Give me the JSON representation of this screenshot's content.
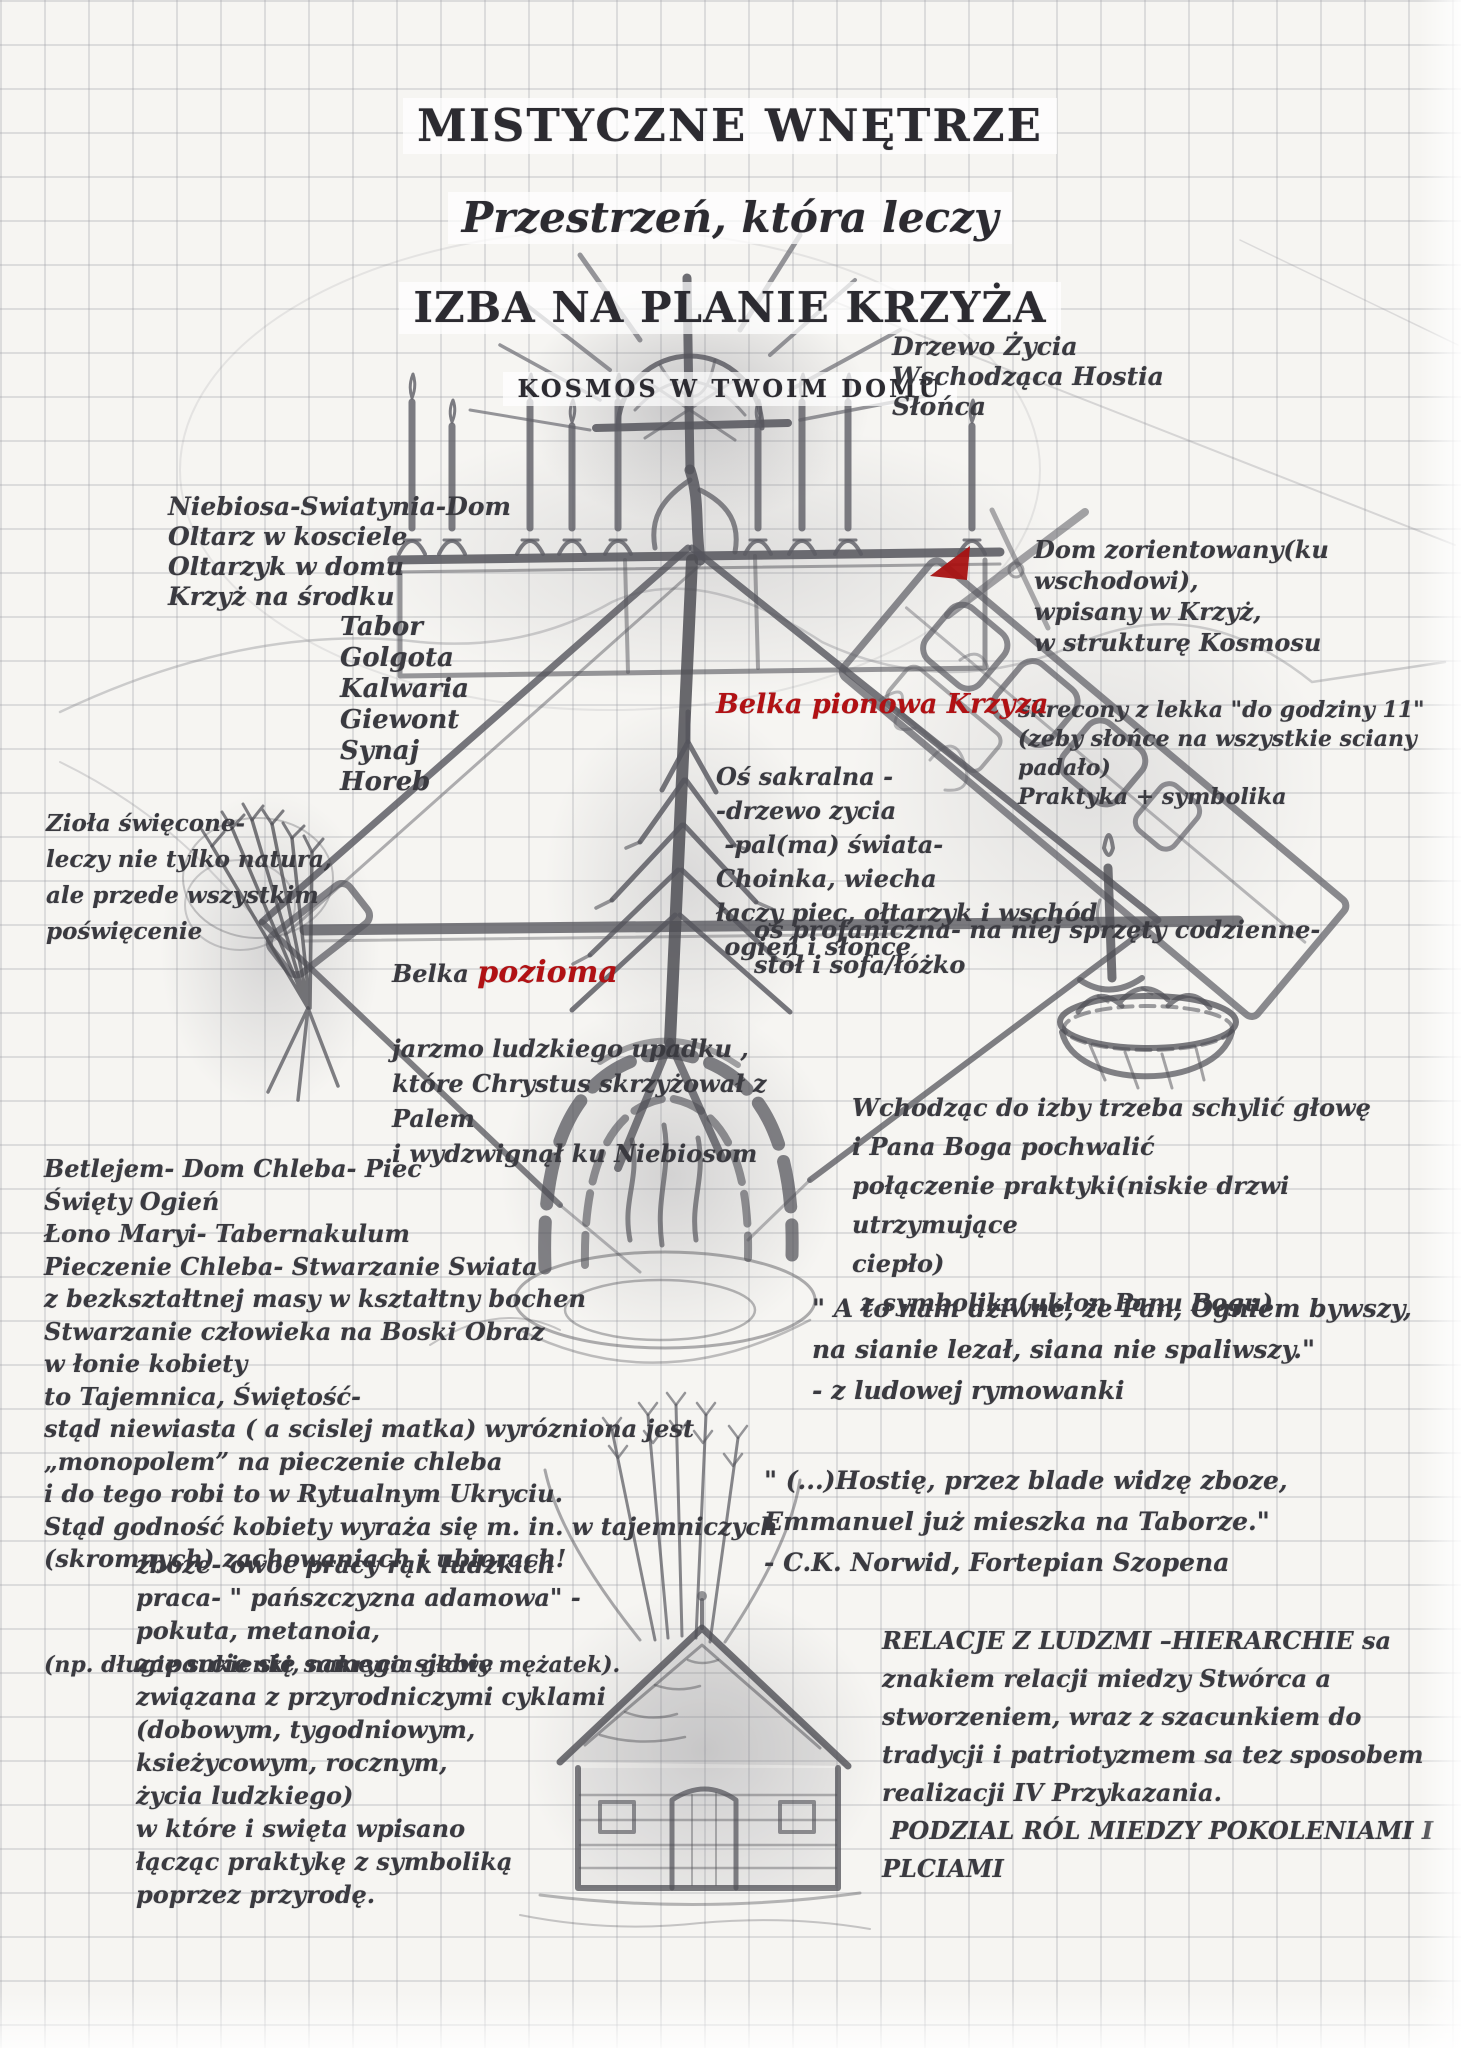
{
  "palette": {
    "paper": "#f6f5f2",
    "grid_line": "#94949e",
    "ink": "#3a3a40",
    "accent_red": "#b11114",
    "pencil": "#5b5b62"
  },
  "title": {
    "line1": "MISTYCZNE WNĘTRZE",
    "line2": "Przestrzeń, która leczy",
    "line3": "IZBA NA PLANIE KRZYŻA",
    "line4": "KOSMOS W TWOIM DOMU"
  },
  "annotations": {
    "drzewo_zycia": "Drzewo Życia\nWschodząca Hostia\nSłońca",
    "niebiosa": "Niebiosa-Swiatynia-Dom\nOltarz w kosciele\nOltarzyk w domu\nKrzyż na środku",
    "mountains": "Tabor\nGolgota\nKalwaria\nGiewont\nSynaj\nHoreb",
    "dom_zorientowany_main": "Dom zorientowany(ku wschodowi),\nwpisany w Krzyż,\nw strukturę Kosmosu",
    "dom_zorientowany_sub": "skrecony z lekka \"do godziny 11\"\n(zeby słońce na wszystkie sciany padało)\nPraktyka + symbolika",
    "belka_pionowa_heading": "Belka pionowa Krzyza",
    "belka_pionowa_body": "Oś sakralna -\n-drzewo zycia\n -pal(ma) świata-\nChoinka, wiecha\nłaczy piec, ołtarzyk i wschód\n ogień i słońce",
    "ziola": "Zioła święcone-\nleczy nie tylko natura,\nale przede wszystkim\npoświęcenie",
    "belka_pozioma_word1": "Belka ",
    "belka_pozioma_word2": "pozioma",
    "belka_pozioma_body": "jarzmo ludzkiego upadku ,\nktóre Chrystus skrzyżował z\nPalem\ni wydzwignął ku Niebiosom",
    "os_profaniczna": "oś profaniczna- na niej sprzęty codzienne-\nstół i sofa/łóżko",
    "betlejem": "Betlejem- Dom Chleba- Piec\nŚwięty Ogień\nŁono Maryi- Tabernakulum\nPieczenie Chleba- Stwarzanie Swiata\nz bezkształtnej masy w kształtny bochen\nStwarzanie człowieka na Boski Obraz\nw łonie kobiety\nto Tajemnica, Świętość-\nstąd niewiasta ( a scislej matka) wyrózniona jest\n„monopolem” na pieczenie chleba\ni do tego robi to w Rytualnym Ukryciu.\nStąd godność kobiety wyraża się m. in. w tajemniczych\n(skromnych) zachowaniach i ubiorach!",
    "betlejem_note": "(np. długie sukienki, nakrycia głowy mężatek).",
    "wchodzac": "Wchodząc do izby trzeba schylić głowę\ni Pana Boga pochwalić\npołączenie praktyki(niskie drzwi utrzymujące\nciepło)\n z symbolika(ukłon Panu Bogu)",
    "rymowanka": "\" A to nam dziwne, że Pan, Ogniem bywszy,\nna sianie lezał, siana nie spaliwszy.\"\n- z ludowej rymowanki",
    "norwid": "\" (...)Hostię, przez blade widzę zboze,\nEmmanuel już mieszka na Taborze.\"\n- C.K. Norwid, Fortepian Szopena",
    "zboze": "zboże- owoc pracy rąk ludzkich\npraca- \" pańszczyzna adamowa\" -\npokuta, metanoia,\nzaparcie się samego siebie\nzwiązana z przyrodniczymi cyklami\n(dobowym, tygodniowym,\nksieżycowym, rocznym,\nżycia ludzkiego)\nw które i swięta wpisano\nłącząc praktykę z symboliką\npoprzez przyrodę.",
    "relacje": "RELACJE Z LUDZMI –HIERARCHIE sa\nznakiem relacji miedzy Stwórca a\nstworzeniem, wraz z szacunkiem do\ntradycji i patriotyzmem sa tez sposobem\nrealizacji IV Przykazania.\n PODZIAL RÓL MIEDZY POKOLENIAMI I\nPLCIAMI"
  },
  "sketch_elements": [
    "mountain-outline-sketch",
    "sun-rays-icon",
    "monstrance-cross-icon",
    "altar-icon",
    "altar-candle-icon",
    "room-diamond-sketch",
    "horizontal-beam-sketch",
    "vertical-beam-sketch",
    "pine-tree-icon",
    "stove-hearth-icon",
    "bed-sofa-icon",
    "candle-icon",
    "bread-basket-icon",
    "herb-bouquet-icon",
    "cottage-house-icon",
    "lavender-sprigs-icon",
    "red-orientation-marker"
  ]
}
